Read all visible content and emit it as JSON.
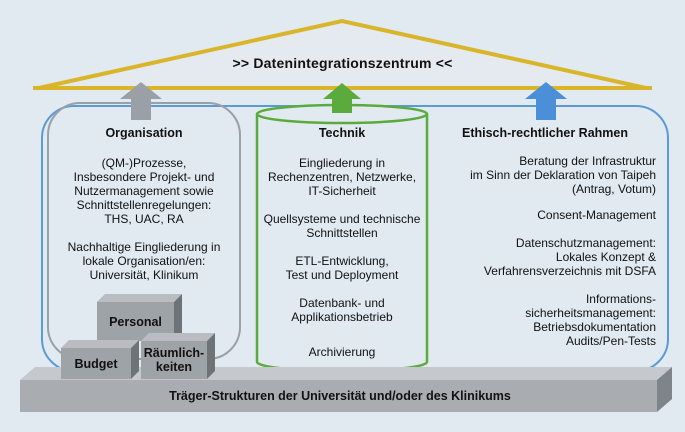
{
  "roof": {
    "title": ">> Datenintegrationszentrum <<"
  },
  "base": {
    "label": "Träger-Strukturen der Universität und/oder des Klinikums"
  },
  "organisation": {
    "heading": "Organisation",
    "block1": [
      "(QM-)Prozesse,",
      "Insbesondere Projekt- und",
      "Nutzermanagement sowie",
      "Schnittstellenregelungen:",
      "THS, UAC, RA"
    ],
    "block2": [
      "Nachhaltige Eingliederung in",
      "lokale Organisation/en:",
      "Universität, Klinikum"
    ]
  },
  "technik": {
    "heading": "Technik",
    "block1": [
      "Eingliederung in",
      "Rechenzentren, Netzwerke,",
      "IT-Sicherheit"
    ],
    "block2": [
      "Quellsysteme und technische",
      "Schnittstellen"
    ],
    "block3": [
      "ETL-Entwicklung,",
      "Test und Deployment"
    ],
    "block4": [
      "Datenbank- und",
      "Applikationsbetrieb"
    ],
    "block5": [
      "Archivierung"
    ]
  },
  "ethik": {
    "heading": "Ethisch-rechtlicher Rahmen",
    "block1": [
      "Beratung der Infrastruktur",
      "im Sinn der Deklaration von Taipeh",
      "(Antrag, Votum)"
    ],
    "block2": [
      "Consent-Management"
    ],
    "block3": [
      "Datenschutzmanagement:",
      "Lokales Konzept &",
      "Verfahrensverzeichnis mit DSFA"
    ],
    "block4": [
      "Informations-",
      "sicherheitsmanagement:",
      "Betriebsdokumentation",
      "Audits/Pen-Tests"
    ]
  },
  "boxes": {
    "personal": "Personal",
    "budget": "Budget",
    "raeumlich": [
      "Räumlich-",
      "keiten"
    ]
  },
  "colors": {
    "background": "#e1e9f1",
    "roof": "#d9b52a",
    "frame": "#5b9bd5",
    "organisation_arrow": "#9aa0a6",
    "technik": "#5bab3c",
    "ethik_arrow": "#4a8fd8",
    "base": "#9ea3a8"
  }
}
